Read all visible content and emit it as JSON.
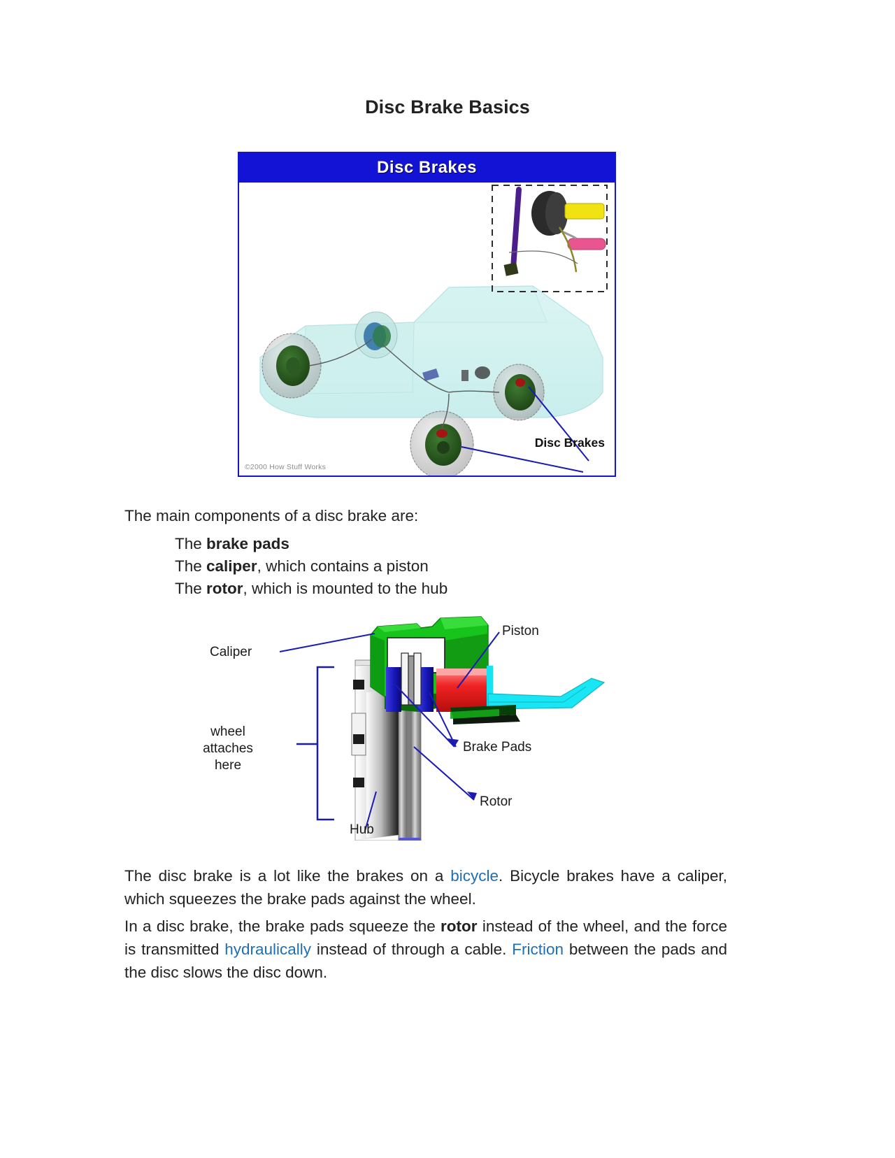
{
  "document": {
    "title": "Disc Brake Basics"
  },
  "figure_car": {
    "banner": "Disc Brakes",
    "callout": "Disc Brakes",
    "copyright": "©2000 How Stuff Works"
  },
  "intro": {
    "lead": "The main components of a disc brake are:",
    "items": [
      {
        "prefix": "The ",
        "term": "brake pads",
        "suffix": ""
      },
      {
        "prefix": "The ",
        "term": "caliper",
        "suffix": ", which contains a piston"
      },
      {
        "prefix": "The ",
        "term": "rotor",
        "suffix": ", which is mounted to the hub"
      }
    ]
  },
  "figure_brake": {
    "labels": {
      "caliper": "Caliper",
      "piston": "Piston",
      "brake_pads": "Brake Pads",
      "rotor": "Rotor",
      "hub": "Hub",
      "wheel_attaches_1": "wheel",
      "wheel_attaches_2": "attaches",
      "wheel_attaches_3": "here"
    },
    "colors": {
      "caliper_green": "#16c21a",
      "caliper_green_dark": "#0c8f10",
      "piston_red": "#f01818",
      "pad_blue": "#1111cc",
      "hose_cyan": "#12e2f0",
      "leader_blue": "#1b1bb4",
      "rotor_gray": "#a8a8a8"
    }
  },
  "paragraphs": {
    "p1_a": "The disc brake is a lot like the brakes on a ",
    "p1_link": "bicycle",
    "p1_b": ". Bicycle brakes have a caliper, which squeezes the brake pads against the wheel.",
    "p2_a": "In a disc brake, the brake pads squeeze the ",
    "p2_bold": "rotor",
    "p2_b": " instead of the wheel, and the force is transmitted ",
    "p2_link1": "hydraulically",
    "p2_c": " instead of through a cable. ",
    "p2_link2": "Friction",
    "p2_d": " between the pads and the disc slows the disc down."
  }
}
